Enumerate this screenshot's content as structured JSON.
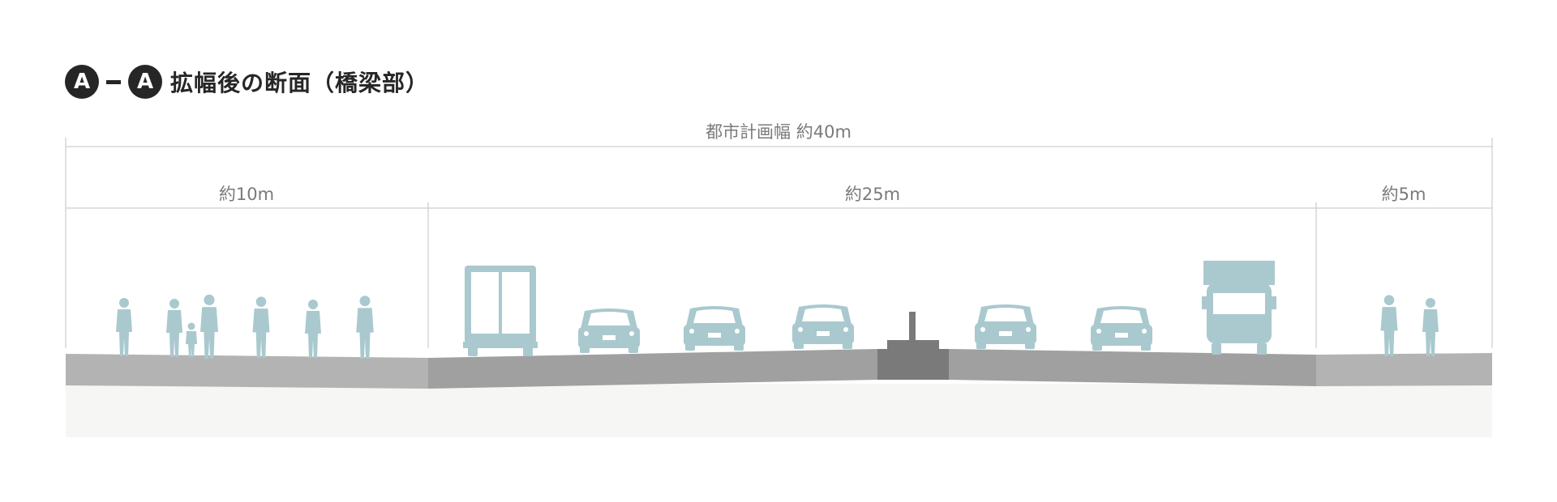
{
  "title": {
    "marker_left": "A",
    "marker_right": "A",
    "text": "拡幅後の断面（橋梁部）"
  },
  "dimensions": {
    "total": "都市計画幅 約40m",
    "left_sidewalk": "約10m",
    "roadway": "約25m",
    "right_sidewalk": "約5m"
  },
  "colors": {
    "figure": "#a9c9ce",
    "sidewalk": "#b3b3b3",
    "roadway": "#a0a0a0",
    "median": "#7a7a7a",
    "ground": "#f6f6f4",
    "dim_line": "#d5d5d5",
    "label": "#7a7a7a",
    "title": "#262626"
  },
  "icons": {
    "pedestrian": "pedestrian-icon",
    "child": "child-icon",
    "car": "car-icon",
    "truck_rear": "truck-rear-icon",
    "truck_front": "truck-front-icon",
    "median_pole": "median-pole-icon"
  }
}
